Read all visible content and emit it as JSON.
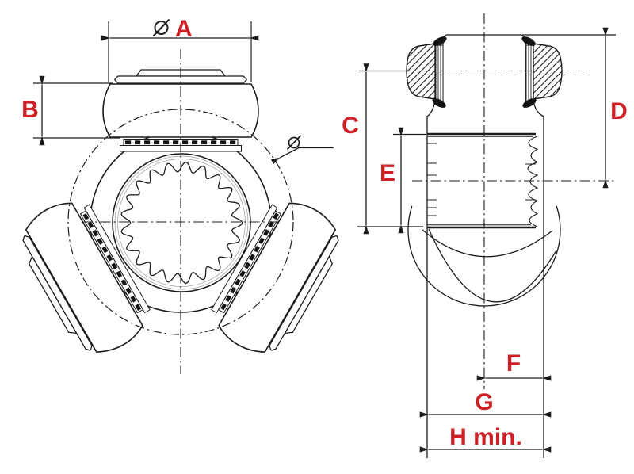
{
  "drawing": {
    "type": "technical-dimension-drawing",
    "subject": "tripod-joint-spider-with-rollers",
    "front_view": {
      "label_a": "A",
      "label_b": "B"
    },
    "side_view": {
      "label_c": "C",
      "label_d": "D",
      "label_e": "E",
      "label_f": "F",
      "label_g": "G",
      "label_h_min": "H min."
    },
    "symbols": {
      "diameter": "⌀"
    },
    "colors": {
      "label_red": "#cd2127",
      "line": "#1c1c1c",
      "background": "#ffffff"
    }
  }
}
